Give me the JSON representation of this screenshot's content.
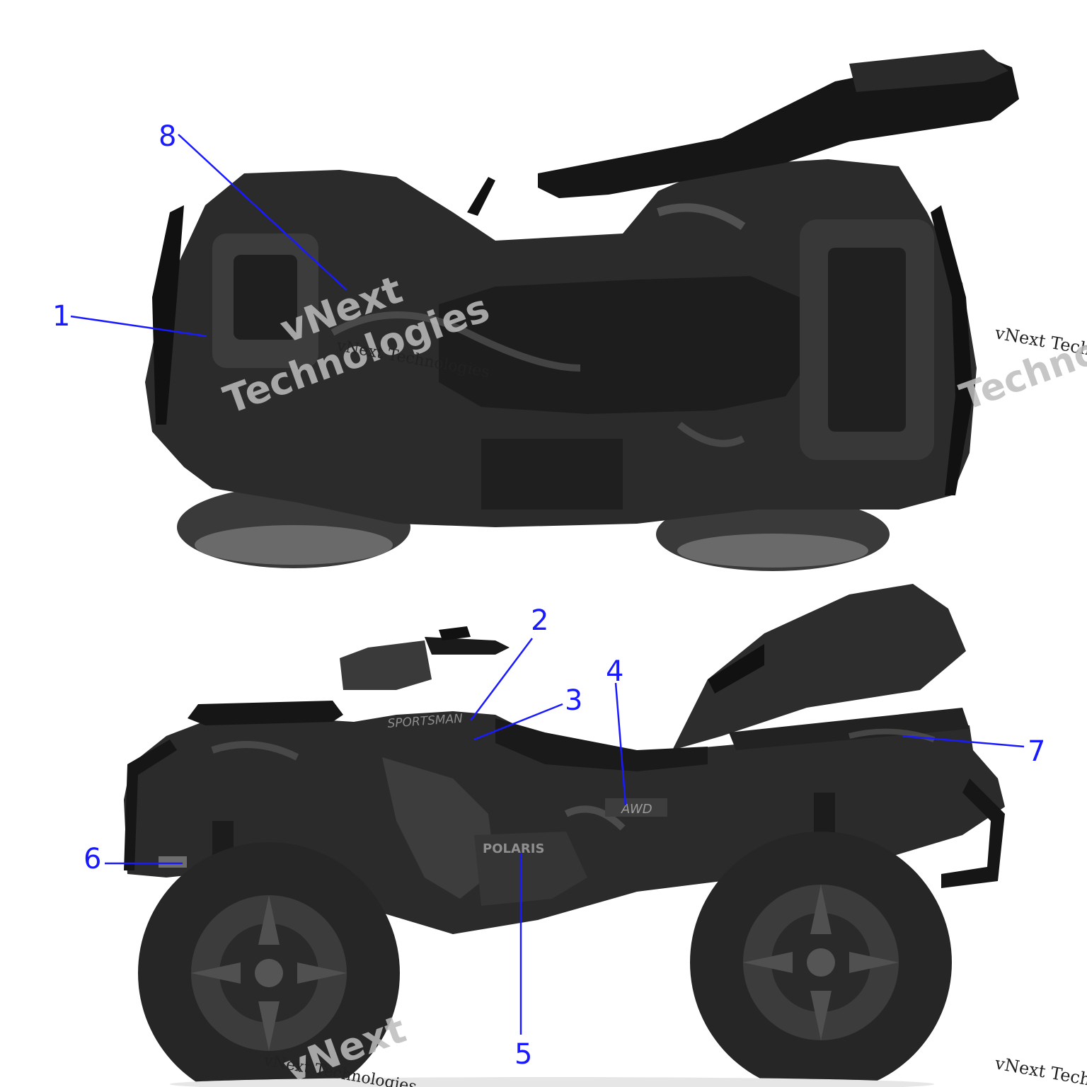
{
  "diagram": {
    "callouts": [
      "1",
      "2",
      "3",
      "4",
      "5",
      "6",
      "7",
      "8"
    ],
    "decal_text": {
      "sportsman": "SPORTSMAN",
      "polaris": "POLARIS",
      "awd": "AWD"
    }
  },
  "watermark": {
    "brand_line1": "vNext",
    "brand_line2": "Technologies",
    "small_text": "vNext Technologies"
  },
  "colors": {
    "callout": "#1a1aff",
    "vehicle_dark": "#2b2b2b",
    "vehicle_mid": "#4a4a4a",
    "background": "#ffffff"
  }
}
